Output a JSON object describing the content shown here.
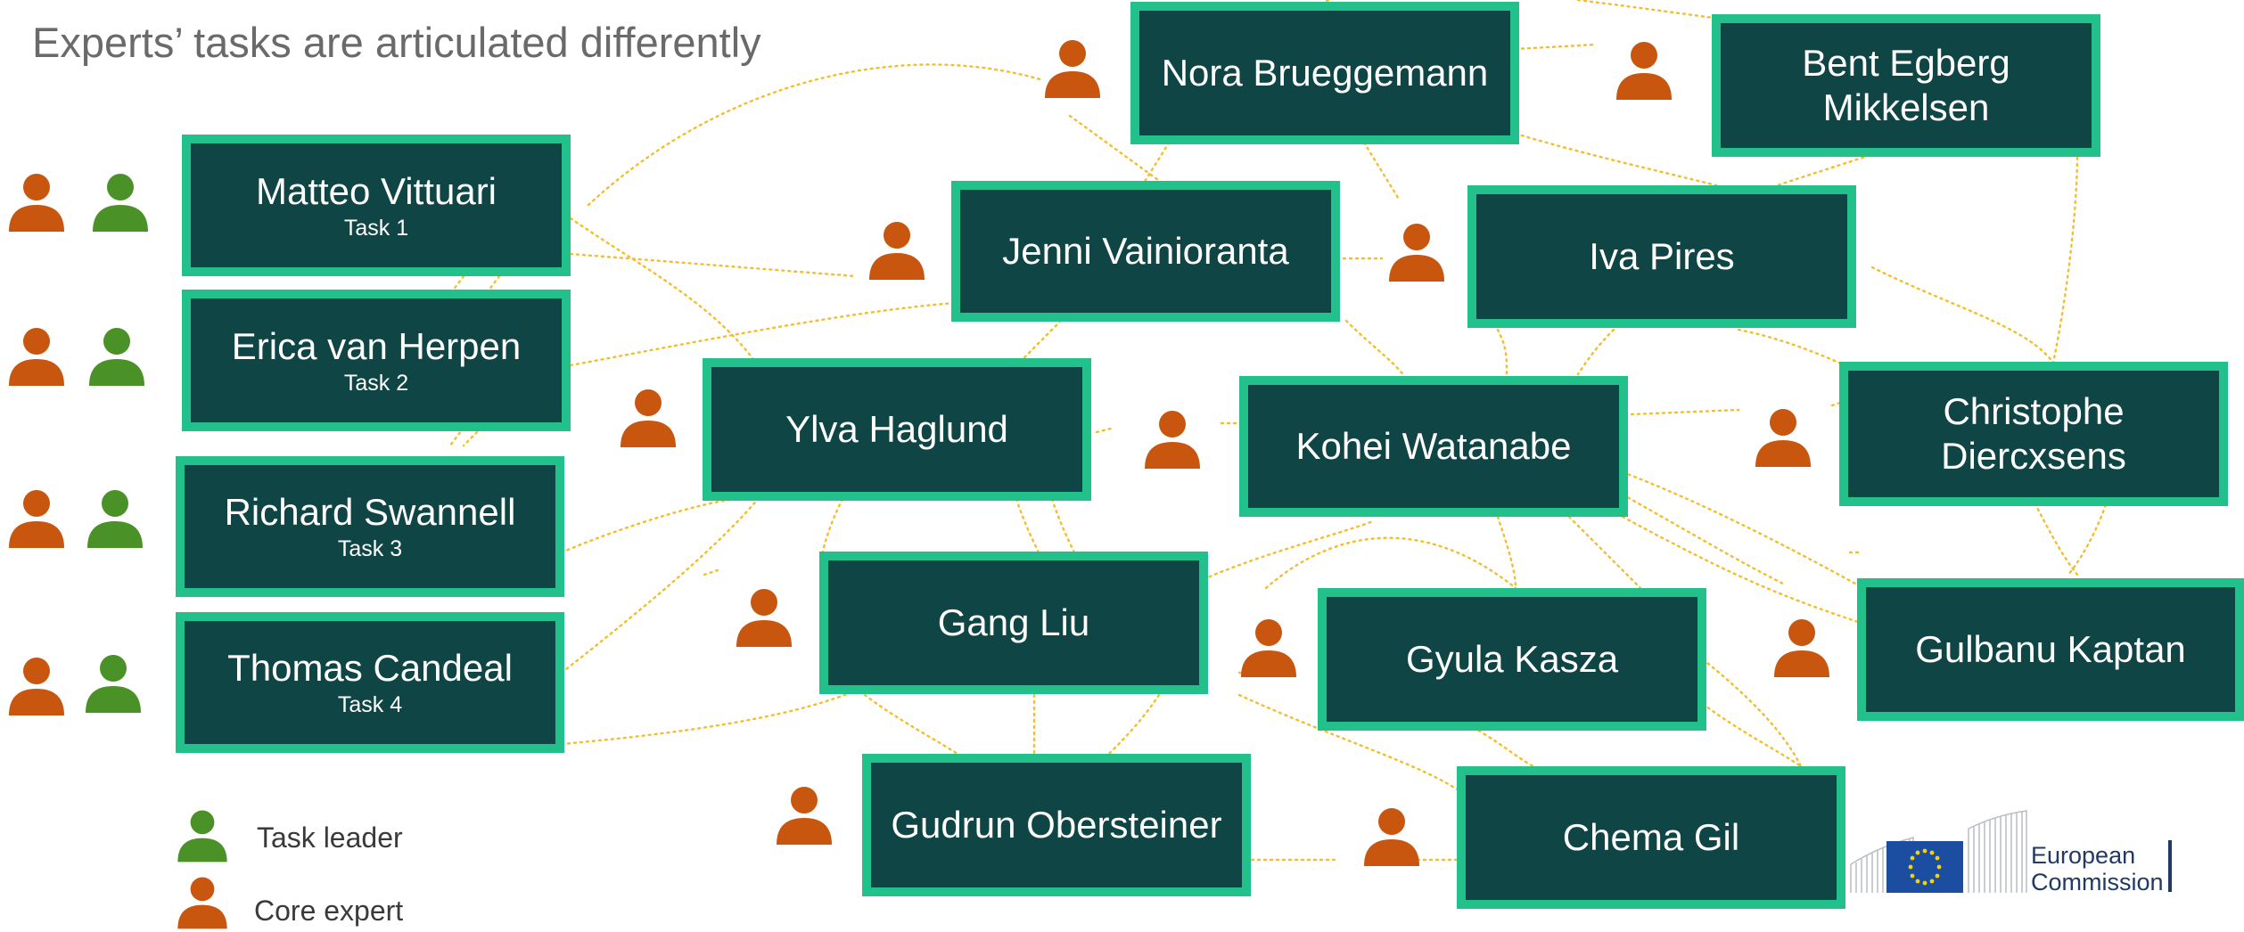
{
  "title": "Experts’ tasks are articulated differently",
  "colors": {
    "box_fill": "#0f4545",
    "box_border": "#22c08a",
    "core_expert": "#c8560f",
    "task_leader": "#4a9228",
    "connector": "#f3bd2e",
    "title_text": "#6a6a6a"
  },
  "task_leads": [
    {
      "name": "Matteo Vittuari",
      "task": "Task 1"
    },
    {
      "name": "Erica van Herpen",
      "task": "Task 2"
    },
    {
      "name": "Richard Swannell",
      "task": "Task 3"
    },
    {
      "name": "Thomas Candeal",
      "task": "Task 4"
    }
  ],
  "experts": [
    "Nora Brueggemann",
    "Bent Egberg\nMikkelsen",
    "Jenni Vainioranta",
    "Iva Pires",
    "Ylva Haglund",
    "Kohei Watanabe",
    "Christophe\nDiercxsens",
    "Gang Liu",
    "Gyula Kasza",
    "Gulbanu Kaptan",
    "Gudrun Obersteiner",
    "Chema Gil"
  ],
  "legend": {
    "task_leader": "Task leader",
    "core_expert": "Core expert"
  },
  "logo": {
    "line1": "European",
    "line2": "Commission"
  },
  "icons": {
    "person": "person-icon",
    "flag": "eu-flag-icon"
  }
}
